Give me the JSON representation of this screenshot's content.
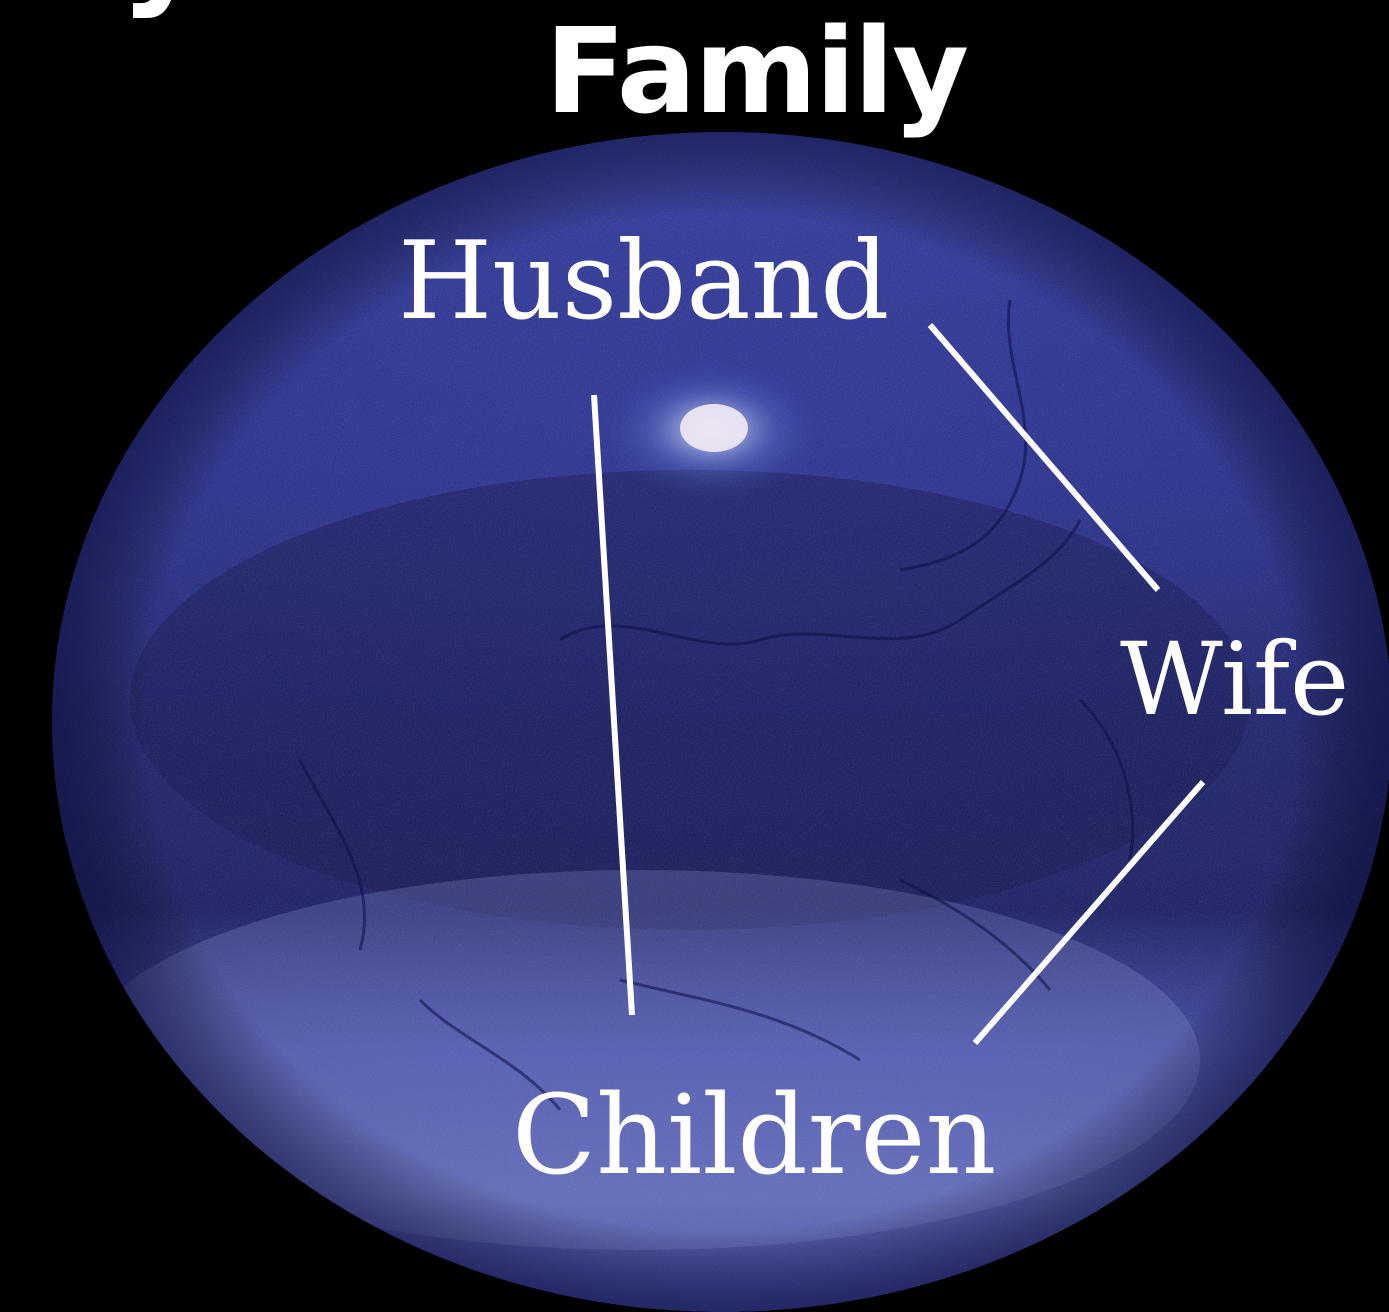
{
  "title": "Family",
  "partial_title_fragment": "y",
  "nodes": {
    "husband": "Husband",
    "wife": "Wife",
    "children": "Children"
  },
  "colors": {
    "background": "#000000",
    "orb_base": "#2a2f8a",
    "orb_dark": "#141654",
    "orb_light": "#7b86d2",
    "text": "#ffffff",
    "lines": "#ffffff"
  }
}
